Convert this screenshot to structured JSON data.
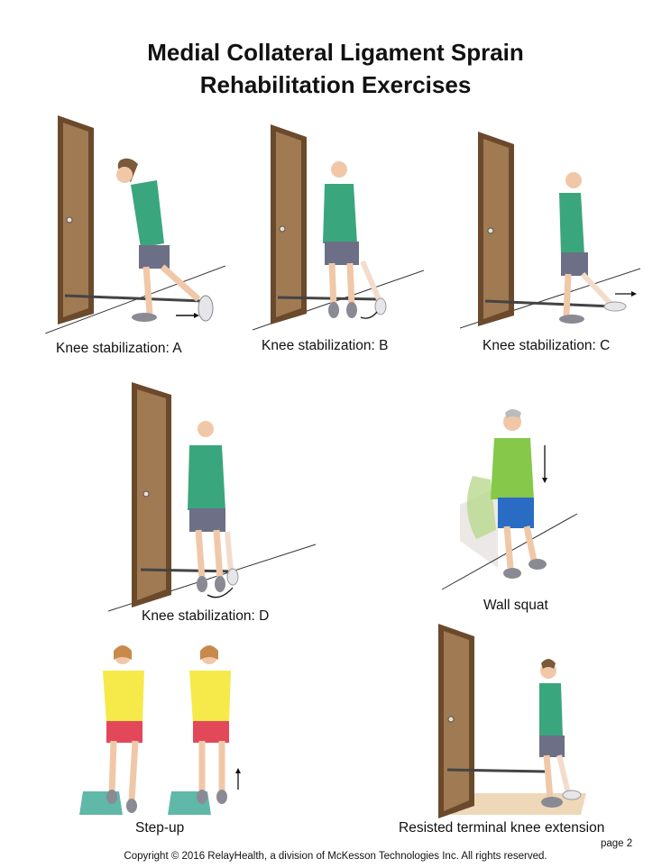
{
  "header": {
    "title_line1": "Medial Collateral Ligament Sprain",
    "title_line2": "Rehabilitation Exercises"
  },
  "exercises": [
    {
      "caption": "Knee stabilization: A"
    },
    {
      "caption": "Knee stabilization: B"
    },
    {
      "caption": "Knee stabilization: C"
    },
    {
      "caption": "Knee stabilization: D"
    },
    {
      "caption": "Wall squat"
    },
    {
      "caption": "Step-up"
    },
    {
      "caption": "Resisted terminal knee extension"
    }
  ],
  "footer": {
    "page": "page 2",
    "copyright": "Copyright © 2016 RelayHealth, a division of McKesson Technologies Inc. All rights reserved."
  },
  "colors": {
    "door": "#a07a52",
    "door_frame": "#6b4a2c",
    "green_shirt": "#3aa67e",
    "shorts_gray": "#6d6f86",
    "yellow_shirt": "#f5ea4a",
    "red_shorts": "#e2485a",
    "light_green_shirt": "#86c84a",
    "blue_shorts": "#2a6cc4",
    "step": "#5fb8a8",
    "skin": "#f0c8a8"
  }
}
